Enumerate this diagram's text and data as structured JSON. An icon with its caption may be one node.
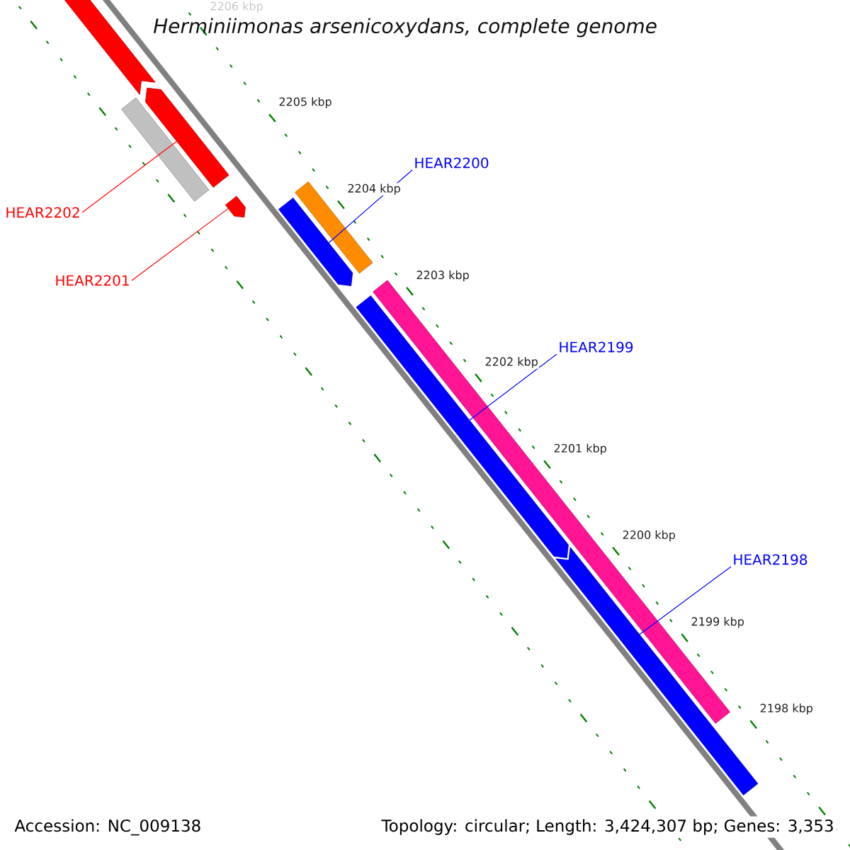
{
  "diagram": {
    "title": "Herminiimonas arsenicoxydans, complete genome",
    "nodes": [
      {
        "text": [],
        "shape": "bar"
      },
      {
        "text": [],
        "shape": "bar"
      },
      {
        "text": [],
        "shape": "bar"
      },
      {
        "text": [
          "HEAR2202"
        ]
      },
      {
        "text": [],
        "shape": "bar"
      },
      {
        "text": [],
        "shape": "bar"
      },
      {
        "text": [
          "HEAR2200"
        ]
      },
      {
        "text": [],
        "shape": "bar"
      },
      {
        "text": [
          "HEAR2201"
        ]
      },
      {
        "text": [],
        "shape": "bar"
      },
      {
        "text": [],
        "shape": "bar"
      },
      {
        "text": [
          "HEAR2199"
        ]
      },
      {
        "text": [
          "HEAR2198"
        ]
      },
      {
        "text": [],
        "shape": "bar"
      }
    ],
    "edges": [
      {
        "from": 3,
        "to": 2,
        "arrow": "none",
        "color": "#ff0000"
      },
      {
        "from": 6,
        "to": 7,
        "arrow": "none"
      },
      {
        "from": 8,
        "to": 4,
        "arrow": "none",
        "color": "#ff0000"
      },
      {
        "from": 11,
        "to": 10,
        "arrow": "none"
      },
      {
        "from": 12,
        "to": 13,
        "arrow": "none"
      }
    ],
    "labels": [
      "2206 kbp",
      "2205 kbp",
      "2204 kbp",
      "2203 kbp",
      "2202 kbp",
      "2201 kbp",
      "2200 kbp",
      "2199 kbp",
      "2198 kbp",
      "Accession: NC_009138",
      "Topology: circular; Length: 3,424,307 bp; Genes: 3,353"
    ]
  }
}
